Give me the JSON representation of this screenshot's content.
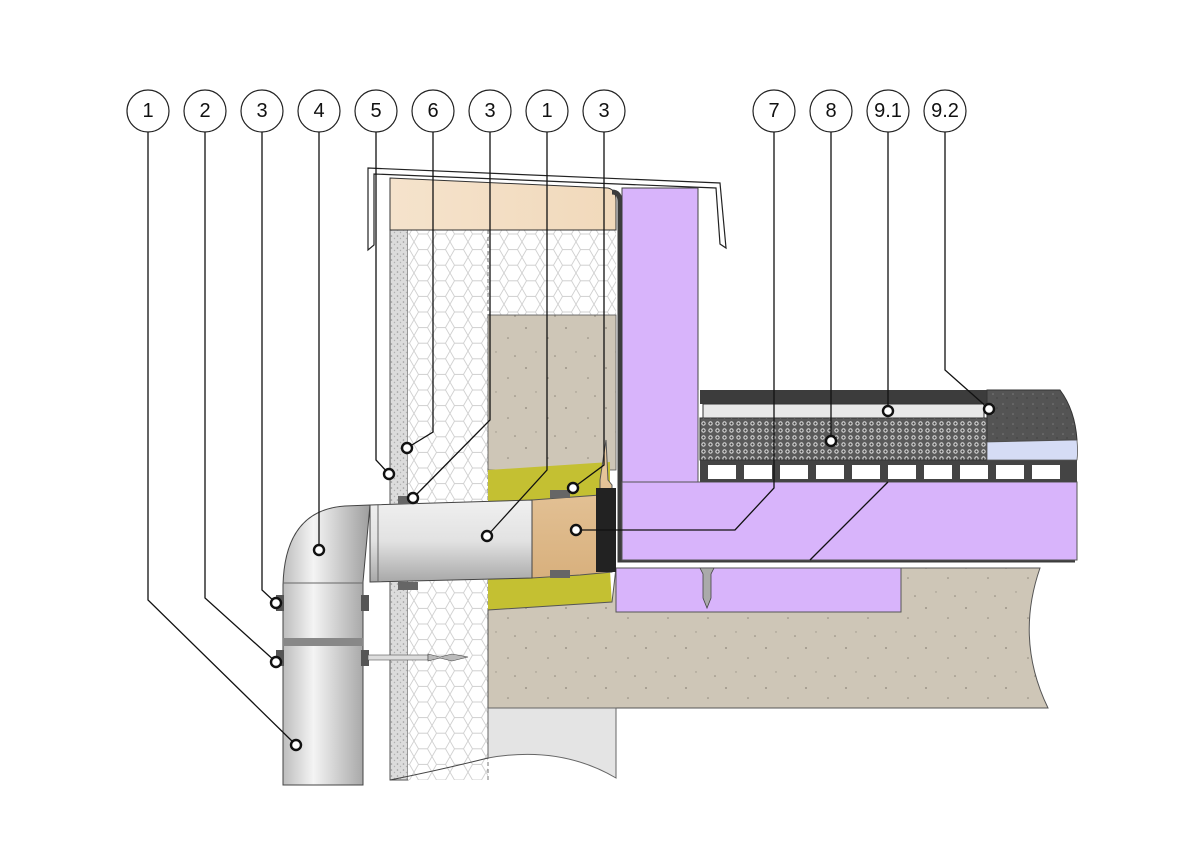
{
  "diagram": {
    "type": "construction-section-detail",
    "callouts": [
      {
        "id": "c1a",
        "label": "1"
      },
      {
        "id": "c2",
        "label": "2"
      },
      {
        "id": "c3a",
        "label": "3"
      },
      {
        "id": "c4",
        "label": "4"
      },
      {
        "id": "c5",
        "label": "5"
      },
      {
        "id": "c6",
        "label": "6"
      },
      {
        "id": "c3b",
        "label": "3"
      },
      {
        "id": "c1b",
        "label": "1"
      },
      {
        "id": "c3c",
        "label": "3"
      },
      {
        "id": "c7",
        "label": "7"
      },
      {
        "id": "c8",
        "label": "8"
      },
      {
        "id": "c91",
        "label": "9.1"
      },
      {
        "id": "c92",
        "label": "9.2"
      }
    ],
    "colors": {
      "insulation_purple": "#d8b4fb",
      "timber": "#f3dcc0",
      "concrete": "#cdc5b6",
      "mineral_wool": "#c8c43a",
      "pipe_grey": "#d9d9d9",
      "drain_body": "#e6c49a",
      "gravel": "#4a4a4a",
      "paving_light": "#e8e8e8",
      "blue_layer": "#d5dcf5",
      "plaster": "#dadada",
      "membrane_dark": "#3c3c3c"
    }
  }
}
